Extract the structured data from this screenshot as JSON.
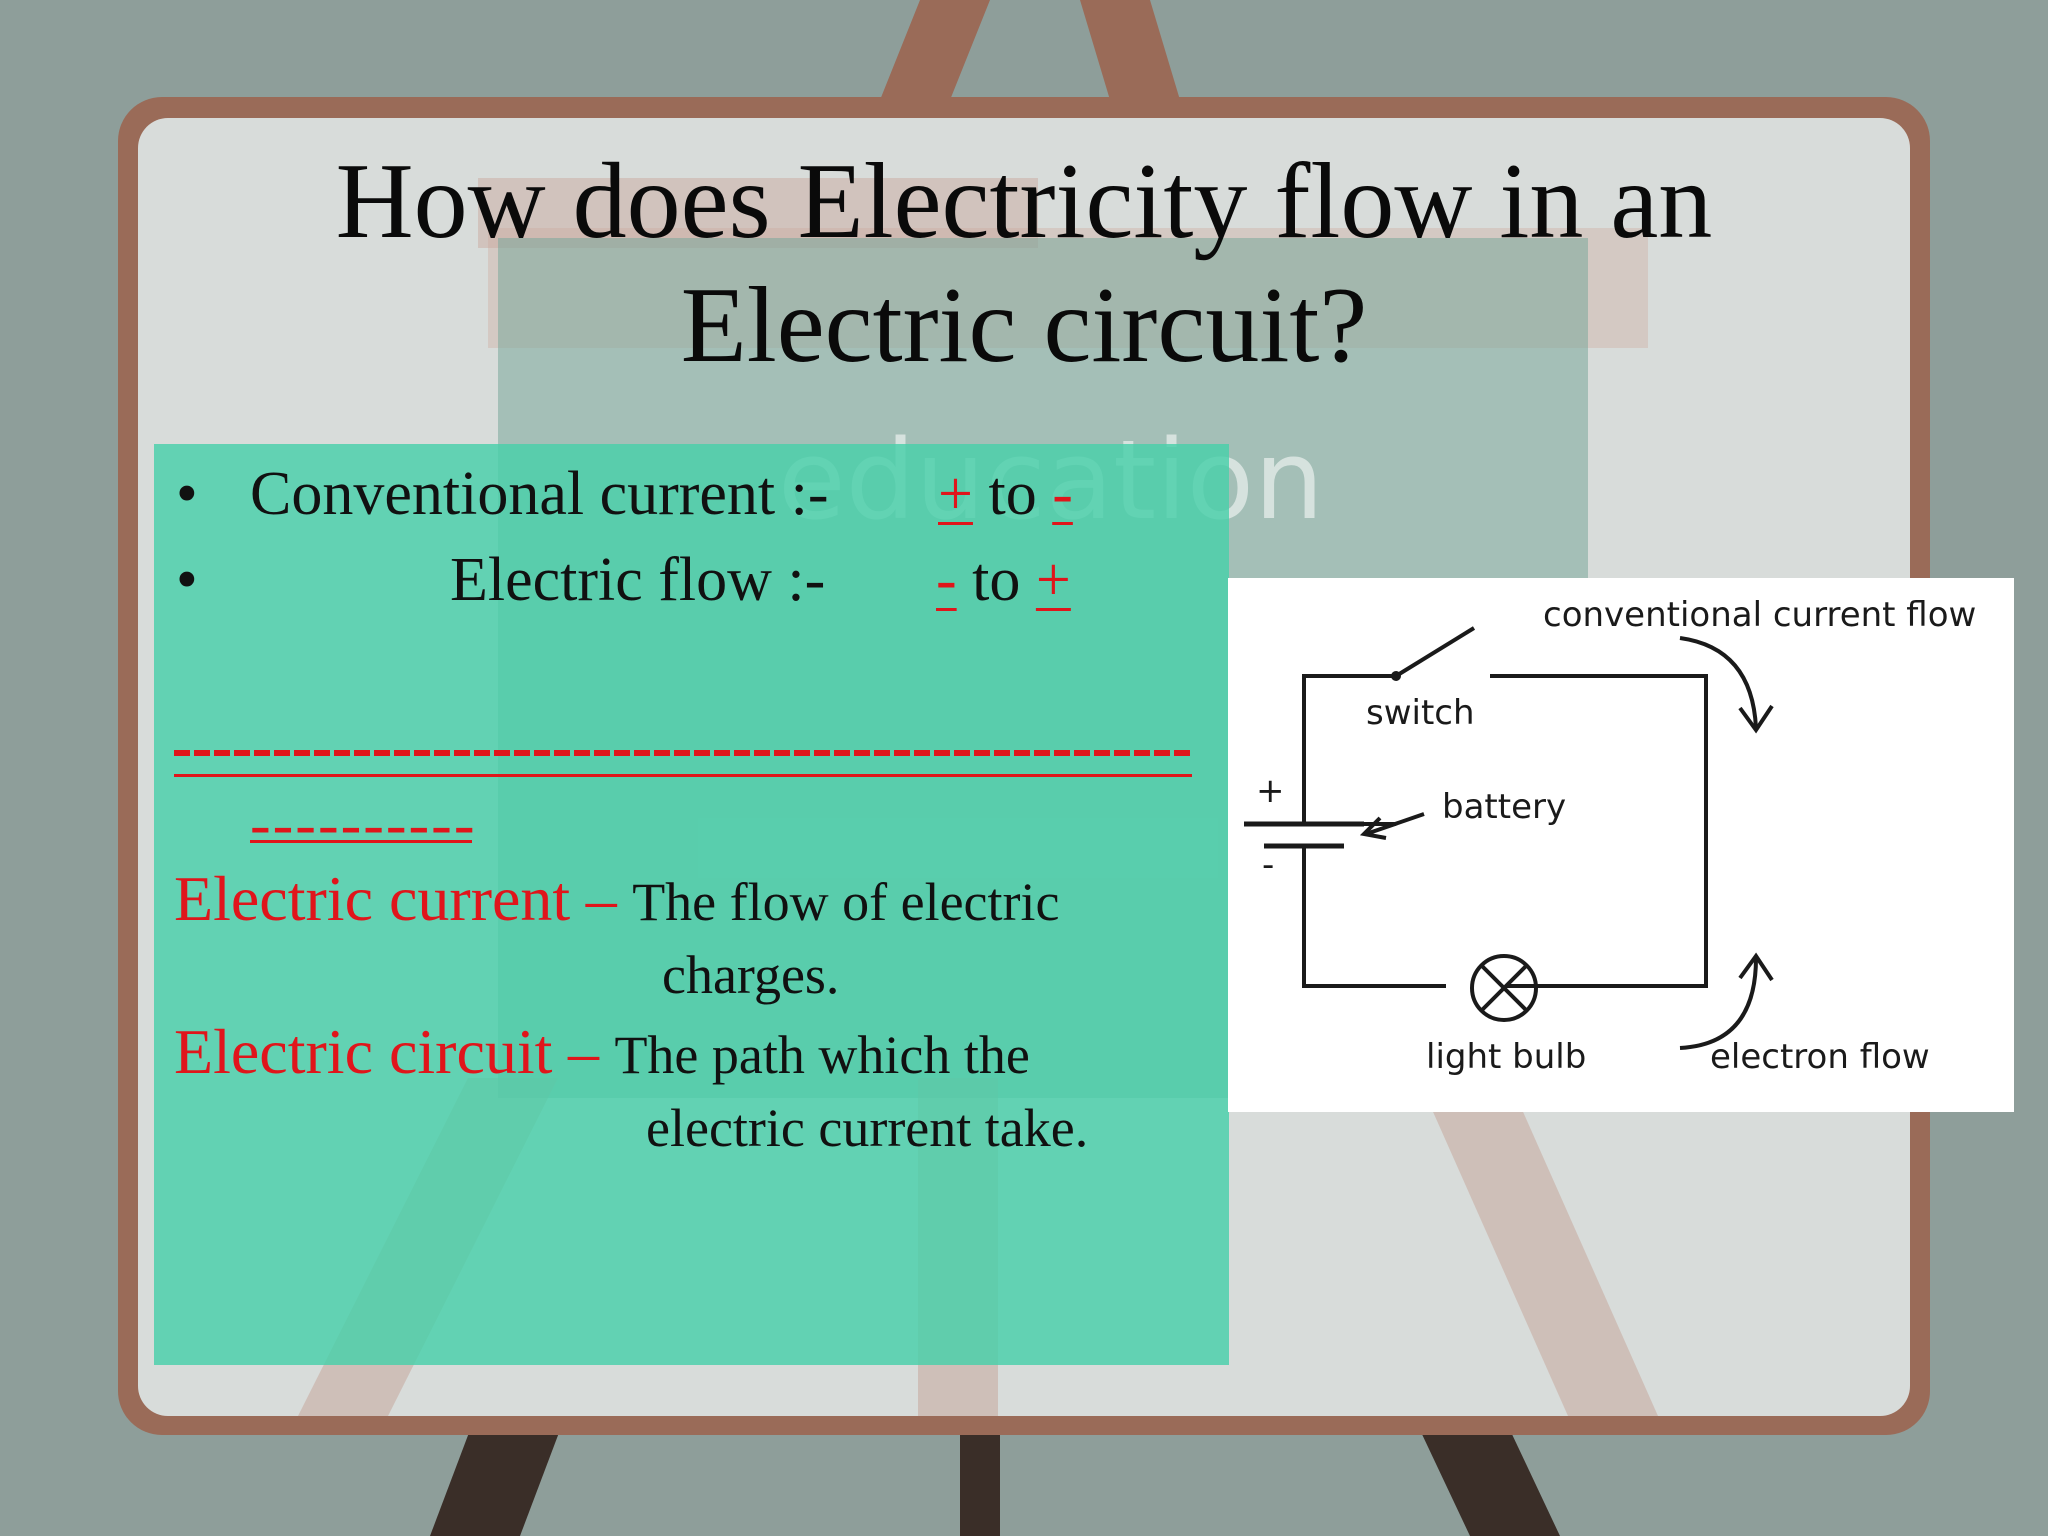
{
  "slide": {
    "title_line1": "How does Electricity flow in an",
    "title_line2": "Electric circuit?",
    "bullets": [
      {
        "marker": "•",
        "label": "Conventional current :-",
        "from": "+",
        "to_word": "to",
        "to": "-"
      },
      {
        "marker": "•",
        "label": "Electric flow  :-",
        "from": "-",
        "to_word": "to",
        "to": "+"
      }
    ],
    "separator_short": "----------",
    "definitions": [
      {
        "term": "Electric current",
        "dash": "–",
        "text_line1": "The flow of electric",
        "text_line2": "charges."
      },
      {
        "term": "Electric circuit",
        "dash": "–",
        "text_line1": "The path which the",
        "text_line2": "electric current take."
      }
    ],
    "background_word": "education"
  },
  "diagram": {
    "conventional_label": "conventional current flow",
    "switch_label": "switch",
    "battery_label": "battery",
    "plus_sign": "+",
    "minus_sign": "-",
    "bulb_label": "light bulb",
    "electron_label": "electron flow"
  },
  "colors": {
    "accent_red": "#e0151b",
    "panel_teal": "#48d0aa",
    "frame_brown": "#9a6b58"
  }
}
